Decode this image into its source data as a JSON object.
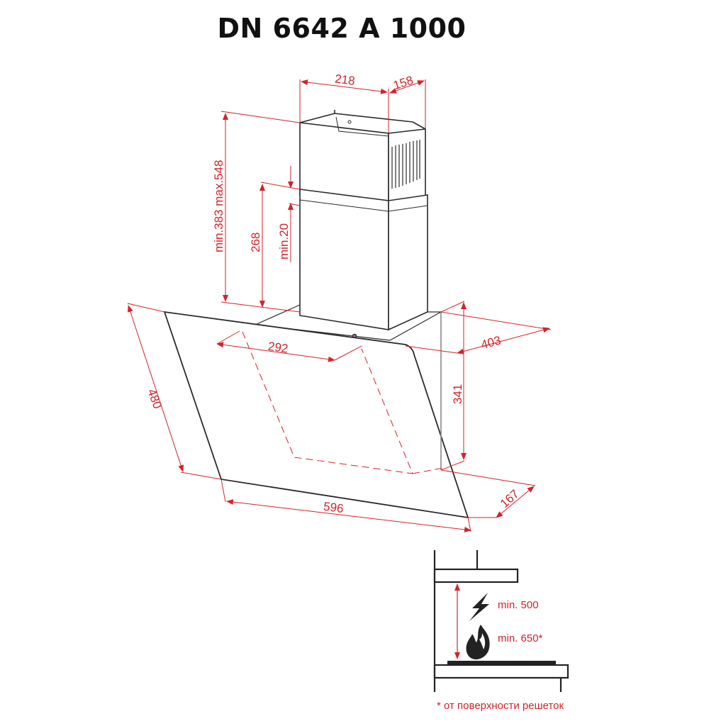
{
  "title": "DN 6642 A 1000",
  "colors": {
    "dimension": "#d2232a",
    "outline": "#222222",
    "background": "#ffffff"
  },
  "dimensions": {
    "chimney_width": "218",
    "chimney_depth": "158",
    "chimney_height_range": "min.383 max.548",
    "lower_chimney_height": "268",
    "overlap_min": "min.20",
    "motor_width": "292",
    "hood_depth_top": "403",
    "hood_height": "341",
    "glass_height": "480",
    "hood_width": "596",
    "hood_depth_bottom": "167"
  },
  "clearance_inset": {
    "electric_label": "min. 500",
    "gas_label": "min. 650*",
    "footnote": "* от поверхности решеток",
    "icons": [
      "lightning-icon",
      "flame-icon"
    ]
  }
}
